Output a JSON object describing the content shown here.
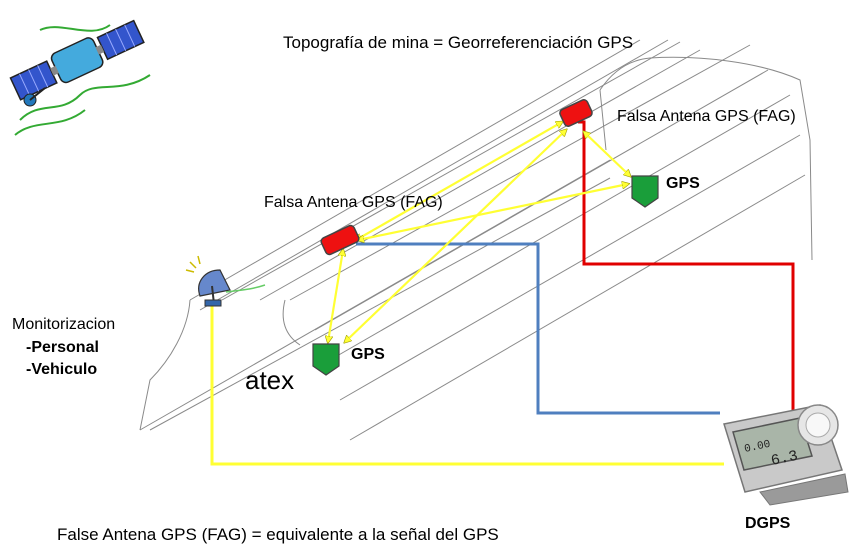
{
  "title": "Topografía de mina = Georreferenciación GPS",
  "labels": {
    "fag_top": "Falsa Antena GPS (FAG)",
    "fag_mid": "Falsa Antena GPS (FAG)",
    "gps_right": "GPS",
    "gps_left": "GPS",
    "atex": "atex",
    "dgps": "DGPS"
  },
  "monitoring": {
    "title": "Monitorizacion",
    "items": [
      "-Personal",
      "-Vehiculo"
    ]
  },
  "device_display": {
    "top": "0.00",
    "bottom": "6.3"
  },
  "footer": "False Antena GPS (FAG) = equivalente a la señal del GPS",
  "colors": {
    "fag": "#ee1111",
    "gps_marker": "#1a9e3a",
    "link_yellow": "#ffff33",
    "cable_red": "#e00000",
    "cable_blue": "#4f7fbf",
    "cable_yellow": "#ffff33",
    "tunnel_lines": "#8a8a8a"
  },
  "icons": {
    "satellite": "satellite-icon",
    "antenna": "dish-antenna-icon",
    "device": "dgps-receiver-icon"
  }
}
